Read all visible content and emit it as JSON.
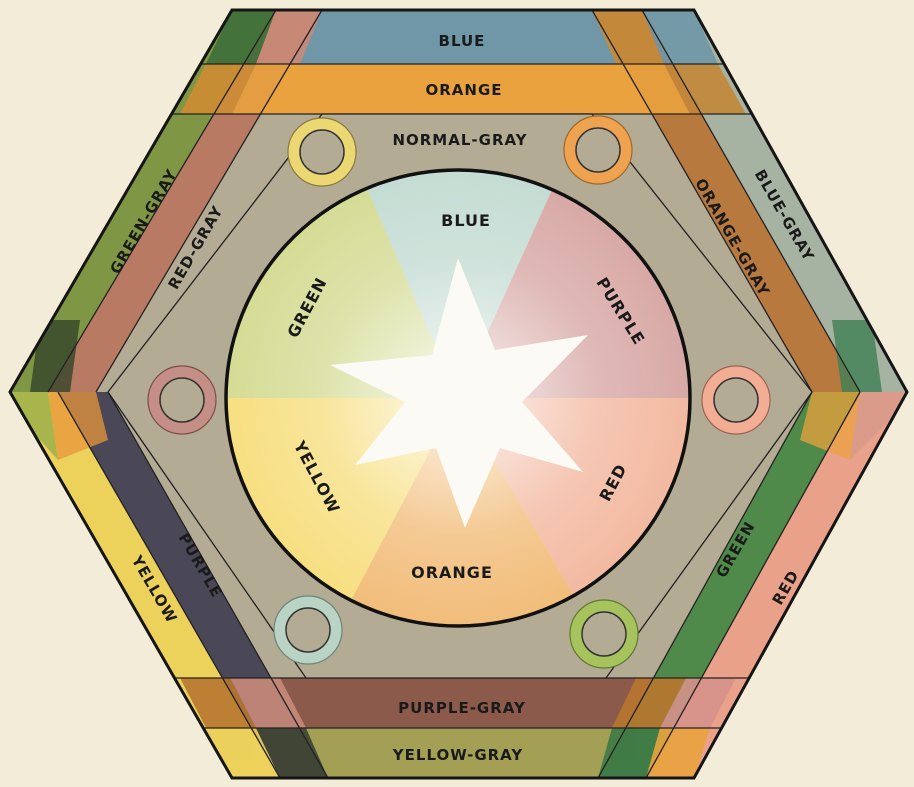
{
  "bands": {
    "top_outer": "BLUE",
    "top_inner": "ORANGE",
    "inner_top": "NORMAL-GRAY",
    "upper_left_outer": "GREEN-GRAY",
    "upper_left_inner": "RED-GRAY",
    "upper_right_outer": "BLUE-GRAY",
    "upper_right_inner": "ORANGE-GRAY",
    "lower_left_outer": "YELLOW",
    "lower_left_inner": "PURPLE",
    "lower_right_outer": "RED",
    "lower_right_inner": "GREEN",
    "bottom_inner": "PURPLE-GRAY",
    "bottom_outer": "YELLOW-GRAY"
  },
  "wheel": {
    "top": "BLUE",
    "upper_right": "PURPLE",
    "lower_right": "RED",
    "bottom": "ORANGE",
    "lower_left": "YELLOW",
    "upper_left": "GREEN"
  },
  "colors": {
    "background": "#f2ecd8",
    "blue": "#6f97a8",
    "orange": "#e9a23e",
    "yellow": "#ecd15b",
    "red": "#e9a18a",
    "green": "#4f8a4a",
    "purple": "#4a4757",
    "blue_gray": "#a7b3a2",
    "orange_gray": "#b8793f",
    "green_gray": "#7f9744",
    "red_gray": "#b97a64",
    "purple_gray": "#8c5a4a",
    "yellow_gray": "#a3a055",
    "normal_gray": "#b3ab93"
  },
  "rings": {
    "top_left": "#ecd873",
    "top_right": "#efa351",
    "left": "#c58e86",
    "right": "#f4ad95",
    "bottom_left": "#b9d3c5",
    "bottom_right": "#a6c35e"
  }
}
